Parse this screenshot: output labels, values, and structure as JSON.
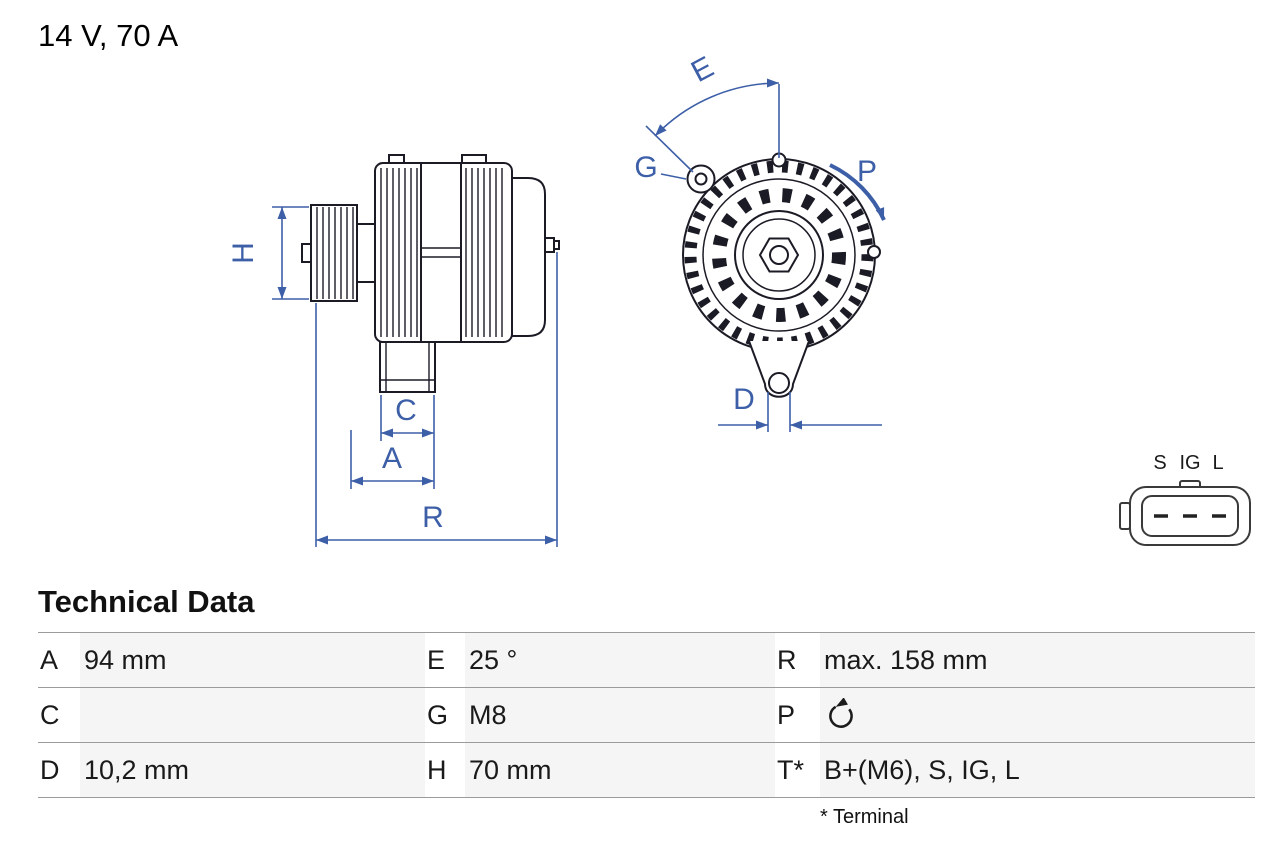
{
  "header": {
    "rating": "14 V, 70 A"
  },
  "diagram": {
    "labels": {
      "H": "H",
      "C": "C",
      "A": "A",
      "R": "R",
      "E": "E",
      "G": "G",
      "P": "P",
      "D": "D"
    },
    "connector": {
      "pins": [
        "S",
        "IG",
        "L"
      ]
    }
  },
  "table": {
    "title": "Technical Data",
    "rows": [
      {
        "cells": [
          {
            "key": "A",
            "value": "94 mm"
          },
          {
            "key": "E",
            "value": "25 °"
          },
          {
            "key": "R",
            "value": "max. 158 mm"
          }
        ]
      },
      {
        "cells": [
          {
            "key": "C",
            "value": ""
          },
          {
            "key": "G",
            "value": "M8"
          },
          {
            "key": "P",
            "value": "",
            "value_icon": "rotation-ccw-icon"
          }
        ]
      },
      {
        "cells": [
          {
            "key": "D",
            "value": "10,2 mm"
          },
          {
            "key": "H",
            "value": "70 mm"
          },
          {
            "key": "T*",
            "value": "B+(M6), S, IG, L"
          }
        ]
      }
    ],
    "footnote": "* Terminal"
  },
  "colors": {
    "dimension_blue": "#3d5fa8",
    "outline": "#1b1b26"
  }
}
